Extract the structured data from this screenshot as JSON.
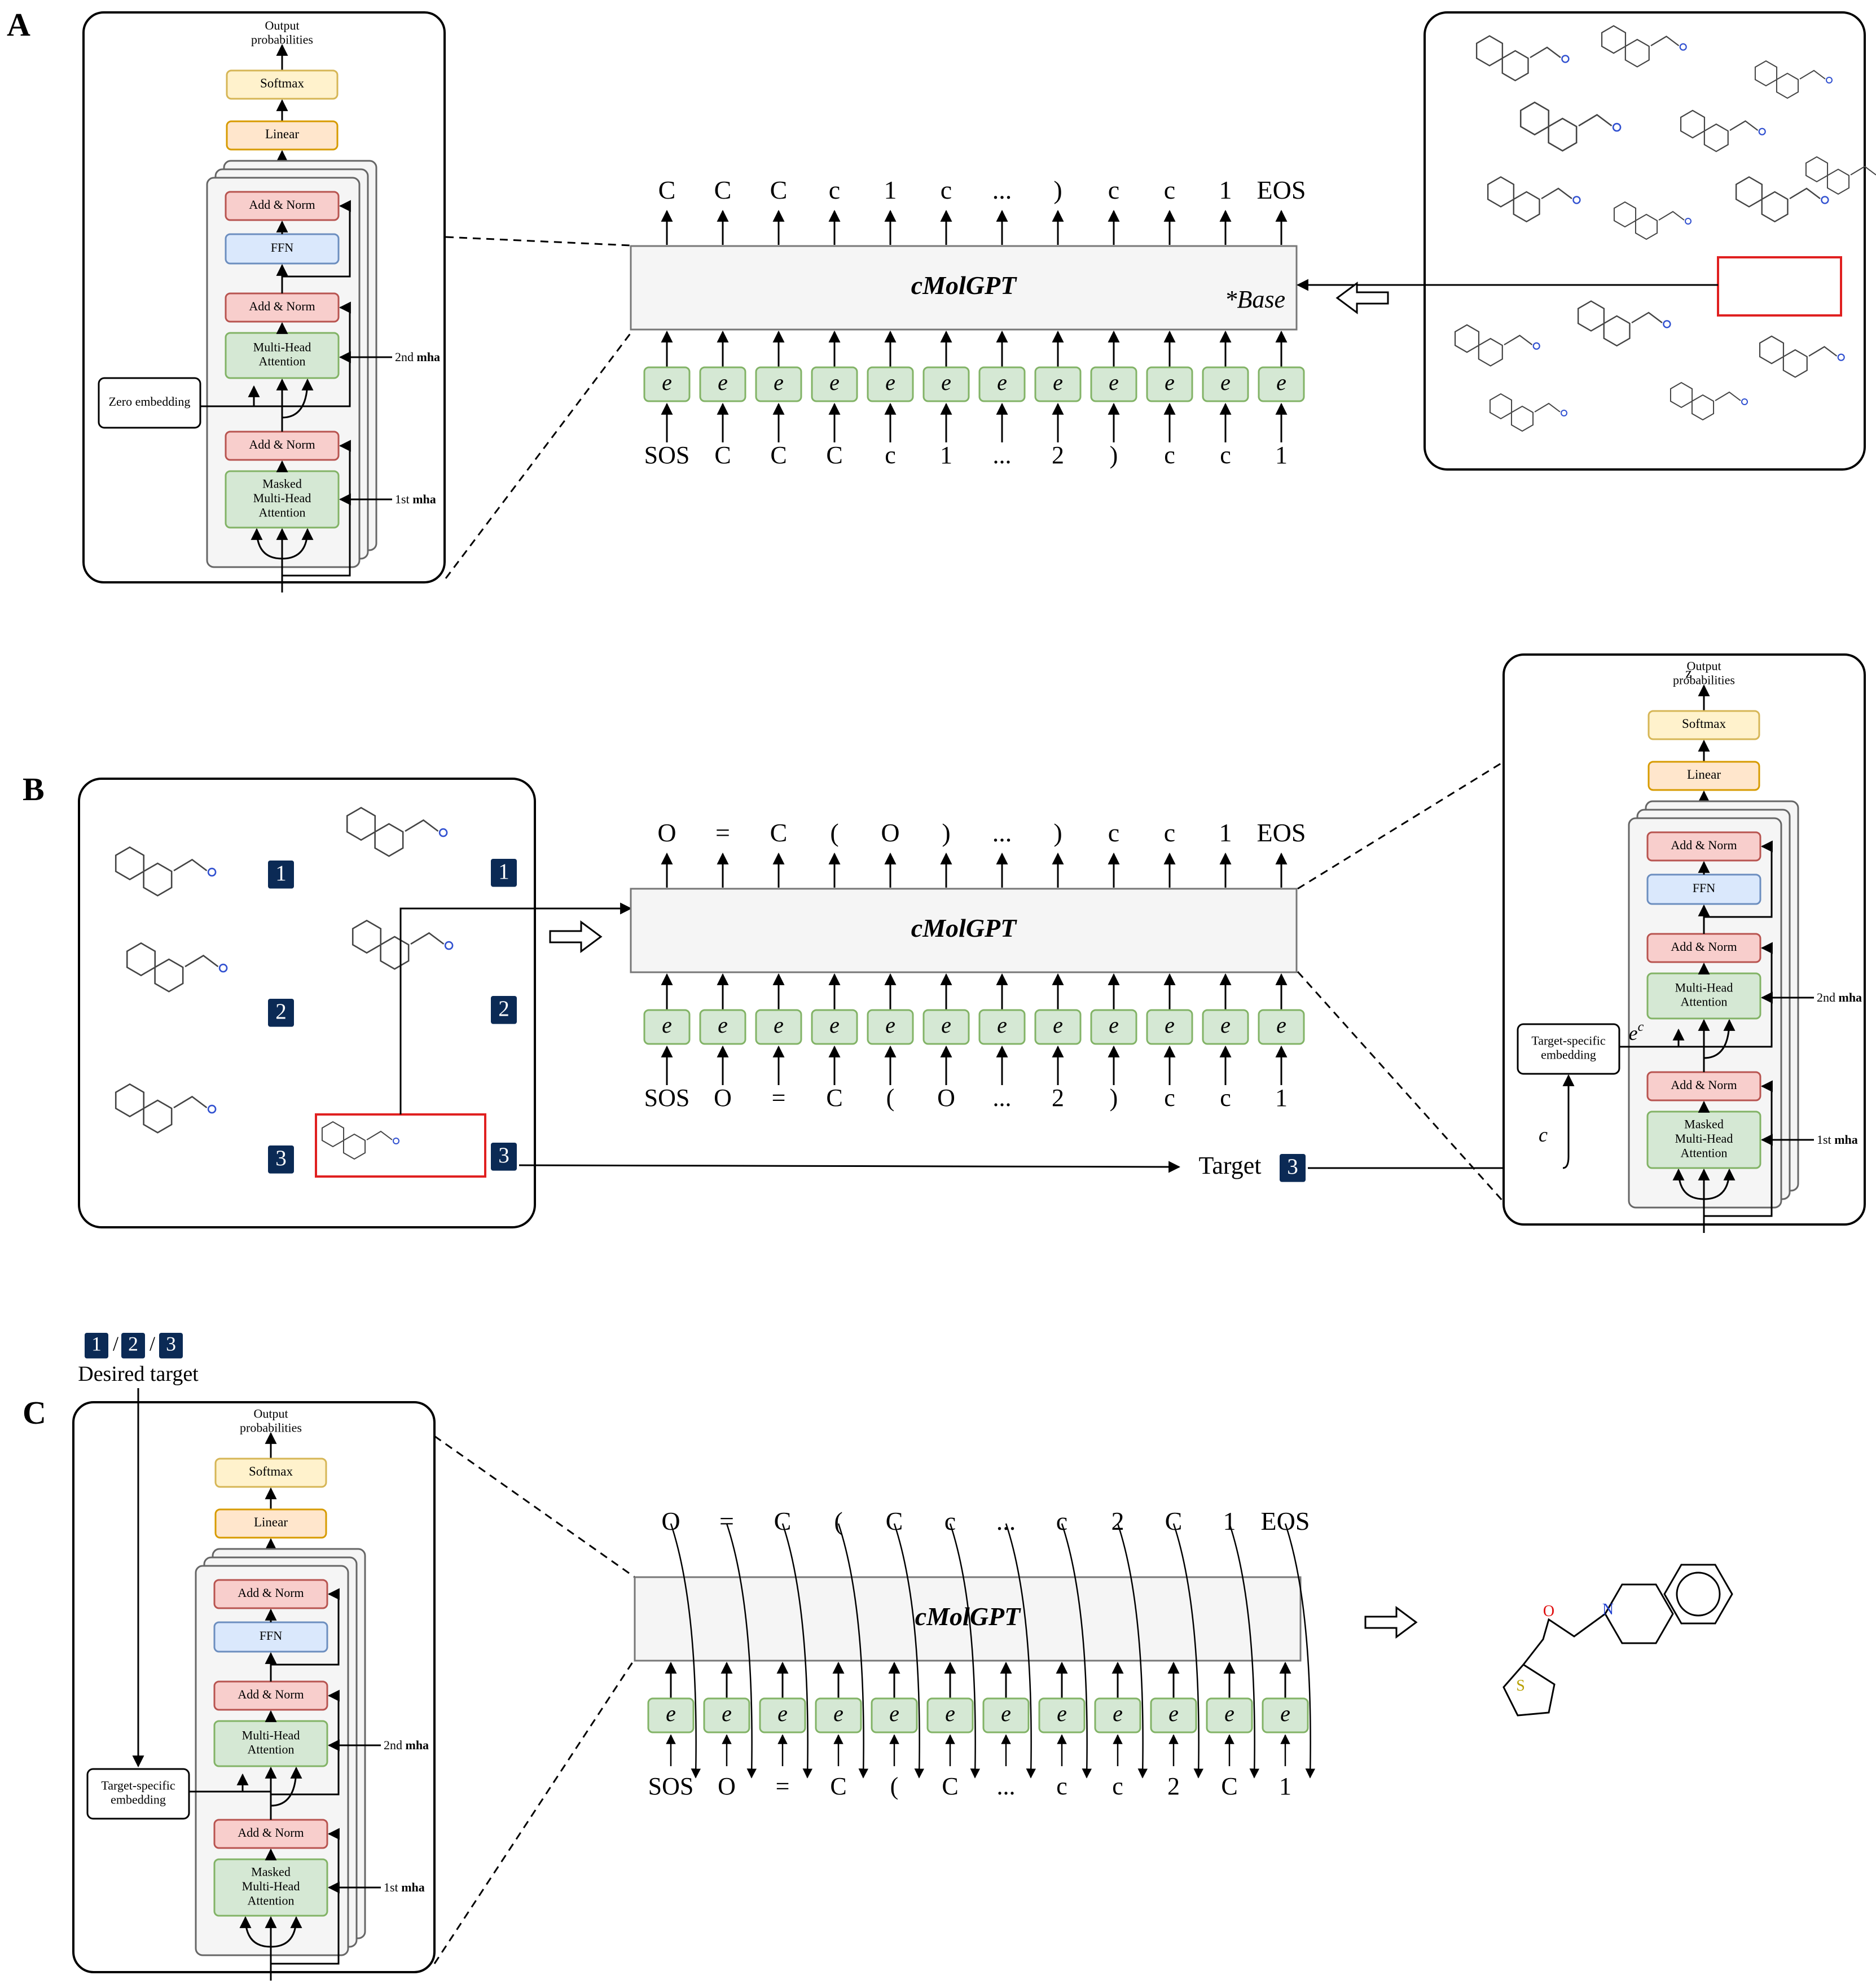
{
  "panels": [
    {
      "label": "A"
    },
    {
      "label": "B"
    },
    {
      "label": "C"
    }
  ],
  "decoder": {
    "output_probabilities": "Output\nprobabilities",
    "softmax": "Softmax",
    "linear": "Linear",
    "add_norm": "Add & Norm",
    "ffn": "FFN",
    "multi_head_attention": "Multi-Head\nAttention",
    "masked_multi_head_attention": "Masked\nMulti-Head\nAttention",
    "second_mha_prefix": "2nd ",
    "first_mha_prefix": "1st ",
    "mha_bold": "mha"
  },
  "panel_a": {
    "zero_embedding": "Zero embedding",
    "model_name": "cMolGPT",
    "base_tag": "*Base",
    "output_tokens": [
      "C",
      "C",
      "C",
      "c",
      "1",
      "c",
      "...",
      ")",
      "c",
      "c",
      "1",
      "EOS"
    ],
    "input_tokens": [
      "SOS",
      "C",
      "C",
      "C",
      "c",
      "1",
      "...",
      "2",
      ")",
      "c",
      "c",
      "1"
    ],
    "embedding_symbol": "e"
  },
  "panel_b": {
    "model_name": "cMolGPT",
    "output_tokens": [
      "O",
      "=",
      "C",
      "(",
      "O",
      ")",
      "...",
      ")",
      "c",
      "c",
      "1",
      "EOS"
    ],
    "input_tokens": [
      "SOS",
      "O",
      "=",
      "C",
      "(",
      "O",
      "...",
      "2",
      ")",
      "c",
      "c",
      "1"
    ],
    "embedding_symbol": "e",
    "target_label": "Target",
    "target_badge": "3",
    "badges_left": [
      "1",
      "2",
      "3"
    ],
    "badges_right": [
      "1",
      "2",
      "3"
    ],
    "target_specific_embedding": "Target-specific\nembedding",
    "c_symbol": "c",
    "ec_symbol": "e",
    "ec_superscript": "c",
    "z_mark": "z"
  },
  "panel_c": {
    "badges": [
      "1",
      "2",
      "3"
    ],
    "badge_sep": "/",
    "desired_target": "Desired target",
    "target_specific_embedding": "Target-specific\nembedding",
    "model_name": "cMolGPT",
    "output_tokens": [
      "O",
      "=",
      "C",
      "(",
      "C",
      "c",
      "...",
      "c",
      "2",
      "C",
      "1",
      "EOS"
    ],
    "input_tokens": [
      "SOS",
      "O",
      "=",
      "C",
      "(",
      "C",
      "...",
      "c",
      "c",
      "2",
      "C",
      "1"
    ],
    "embedding_symbol": "e",
    "mol_atoms": {
      "oxygen": "O",
      "nitrogen": "N",
      "sulfur": "S"
    }
  },
  "colors": {
    "add_norm_fill": "#f8cecc",
    "add_norm_stroke": "#b85450",
    "ffn_fill": "#dae8fc",
    "ffn_stroke": "#6c8ebf",
    "attn_fill": "#d5e8d4",
    "attn_stroke": "#82b366",
    "softmax_fill": "#fff2cc",
    "softmax_stroke": "#d6b656",
    "linear_fill": "#ffe6cc",
    "linear_stroke": "#d79b00",
    "block_fill": "#f5f5f5",
    "block_stroke": "#666666",
    "badge_fill": "#0b2a55",
    "highlight": "#e02020"
  }
}
